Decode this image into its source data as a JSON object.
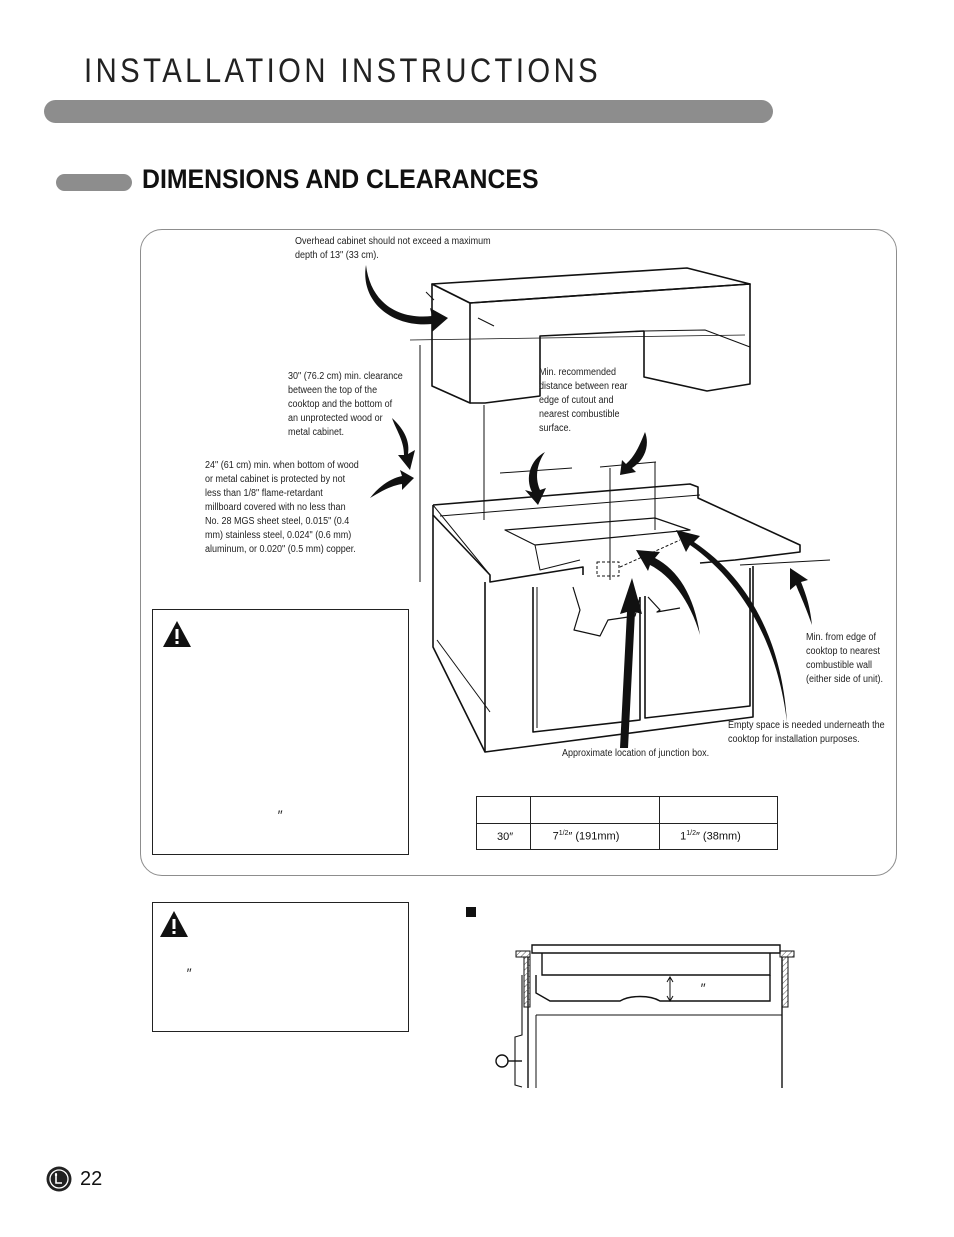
{
  "header": {
    "title": "INSTALLATION INSTRUCTIONS"
  },
  "section": {
    "title": "DIMENSIONS AND CLEARANCES"
  },
  "callouts": {
    "overhead_cabinet": "Overhead cabinet should not exceed a maximum depth of 13\" (33 cm).",
    "clearance_30": "30\" (76.2 cm) min. clearance between the top of the cooktop and the bottom of an unprotected wood or metal cabinet.",
    "clearance_24": "24\" (61 cm) min. when bottom of wood or metal cabinet is protected by not less than 1/8\" flame-retardant millboard covered with no less than No. 28 MGS sheet steel, 0.015\" (0.4 mm) stainless steel, 0.024\" (0.6 mm) aluminum, or 0.020\" (0.5 mm) copper.",
    "rear_distance": "Min. recommended distance between rear edge of cutout and nearest combustible surface.",
    "side_wall": "Min. from edge of cooktop to nearest combustible wall (either side of unit).",
    "empty_space": "Empty space is needed underneath the cooktop for installation purposes.",
    "junction_box": "Approximate location of junction box."
  },
  "table": {
    "rows": [
      [
        "",
        "",
        ""
      ],
      [
        "30″",
        "7½″ (191mm)",
        "1½″ (38mm)"
      ]
    ],
    "row2": {
      "size": "30″",
      "rear_whole": "7",
      "rear_frac": "1/2",
      "rear_rest": "″ (191mm)",
      "side_whole": "1",
      "side_frac": "1/2",
      "side_rest": "″ (38mm)"
    }
  },
  "marks": {
    "inch_warning1": "″",
    "inch_warning2": "″",
    "inch_section": "″"
  },
  "footer": {
    "page_number": "22"
  },
  "colors": {
    "bar_gray": "#8d8d8d",
    "text": "#111111"
  },
  "icons": {
    "warning": "warning-triangle-icon",
    "logo": "lg-logo-icon"
  }
}
